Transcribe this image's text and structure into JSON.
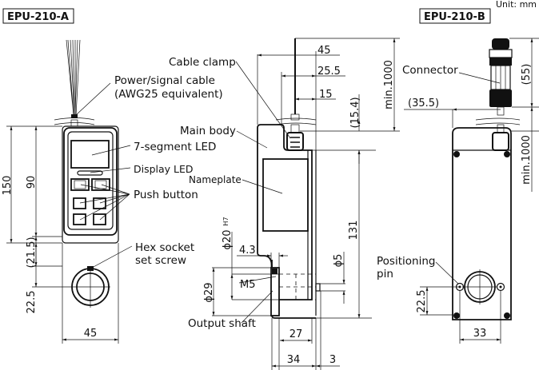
{
  "unit_label": "Unit: mm",
  "models": {
    "a": {
      "title": "EPU-210-A"
    },
    "b": {
      "title": "EPU-210-B"
    }
  },
  "callouts": {
    "power_cable_line1": "Power/signal cable",
    "power_cable_line2": "(AWG25 equivalent)",
    "seven_segment": "7-segment LED",
    "display_led": "Display LED",
    "push_button": "Push button",
    "hex_socket_line1": "Hex socket",
    "hex_socket_line2": "set screw",
    "cable_clamp": "Cable clamp",
    "main_body": "Main body",
    "nameplate": "Nameplate",
    "output_shaft": "Output shaft",
    "connector": "Connector",
    "positioning_pin_line1": "Positioning",
    "positioning_pin_line2": "pin"
  },
  "dimensions": {
    "a_height_total": "150",
    "a_height_panel": "90",
    "a_offset": "(21.5)",
    "a_shaft_height": "22.5",
    "a_width": "45",
    "side_width": "45",
    "side_25_5": "25.5",
    "side_15": "15",
    "side_15_4": "(15.4)",
    "side_min_cable": "min.1000",
    "side_131": "131",
    "side_phi20": "ϕ20",
    "side_phi20_tol": "H7",
    "side_4_3": "4.3",
    "side_phi29": "ϕ29",
    "side_m5": "M5",
    "side_phi5": "ϕ5",
    "side_27": "27",
    "side_34": "34",
    "side_3": "3",
    "b_55": "(55)",
    "b_35_5": "(35.5)",
    "b_min_cable": "min.1000",
    "b_shaft_height": "22.5",
    "b_pin_spacing": "33"
  }
}
